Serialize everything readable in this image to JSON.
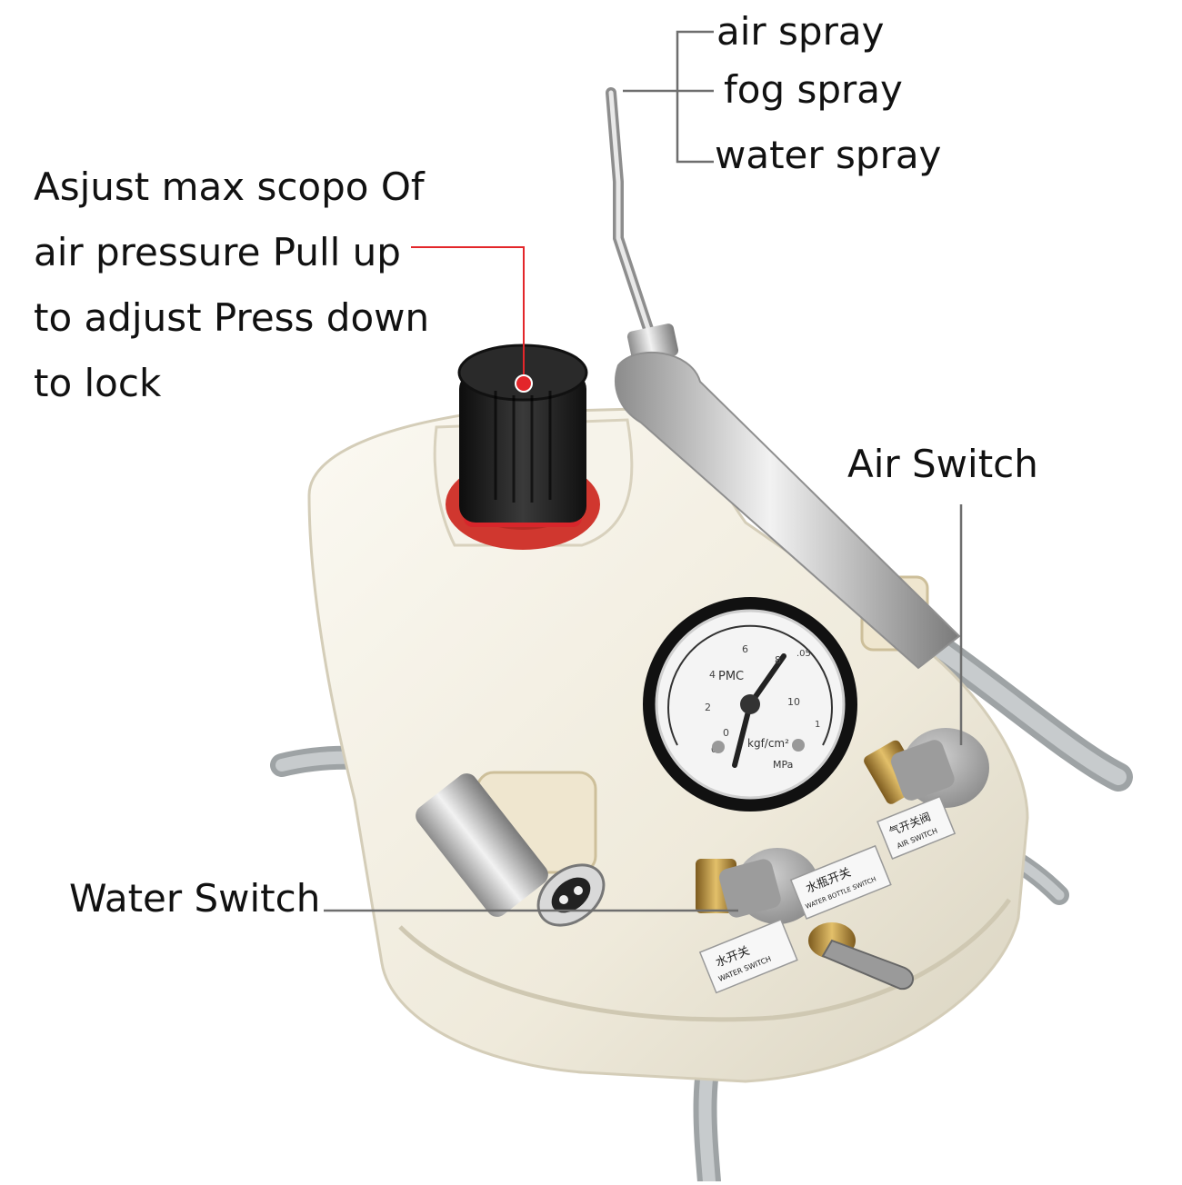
{
  "labels": {
    "regulator": [
      "Asjust max scopo Of",
      "air pressure Pull up",
      "to adjust Press down",
      "to lock"
    ],
    "air_spray": "air spray",
    "fog_spray": "fog spray",
    "water_spray": "water spray",
    "air_switch": "Air Switch",
    "water_switch": "Water Switch"
  },
  "gauge": {
    "brand": "PMC",
    "unit_primary": "kgf/cm²",
    "unit_secondary": "MPa",
    "ticks_kgf": [
      "0",
      "2",
      "4",
      "6",
      "8",
      "10"
    ],
    "ticks_mpa": [
      "0",
      ".05",
      "1"
    ]
  },
  "panel_tags": {
    "water_cn": "水开关",
    "water_en": "WATER SWITCH",
    "bottle_cn": "水瓶开关",
    "bottle_en": "WATER BOTTLE SWITCH",
    "air_cn": "气开关阀",
    "air_en": "AIR SWITCH"
  },
  "colors": {
    "leader_red": "#e3262a",
    "leader_gray": "#6e6e6e",
    "body": "#f1eee3",
    "knob": "#1c1c1c",
    "knob_base": "#d8262b",
    "switch_gray": "#a8a8a8",
    "brass": "#b9923f"
  }
}
